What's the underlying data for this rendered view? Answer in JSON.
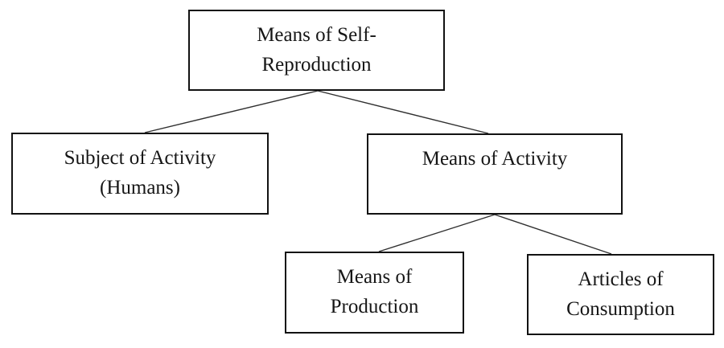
{
  "diagram": {
    "colors": {
      "background": "#ffffff",
      "box_border": "#121212",
      "connector": "#2f2f2f",
      "text": "#161616"
    },
    "nodes": {
      "root": {
        "line1": "Means of Self-",
        "line2": "Reproduction"
      },
      "subject": {
        "line1": "Subject of Activity",
        "line2": "(Humans)"
      },
      "activity": {
        "line1": "Means of Activity"
      },
      "production": {
        "line1": "Means of",
        "line2": "Production"
      },
      "consumption": {
        "line1": "Articles of",
        "line2": "Consumption"
      }
    },
    "edges": [
      {
        "from": "root",
        "to": "subject"
      },
      {
        "from": "root",
        "to": "activity"
      },
      {
        "from": "activity",
        "to": "production"
      },
      {
        "from": "activity",
        "to": "consumption"
      }
    ]
  }
}
